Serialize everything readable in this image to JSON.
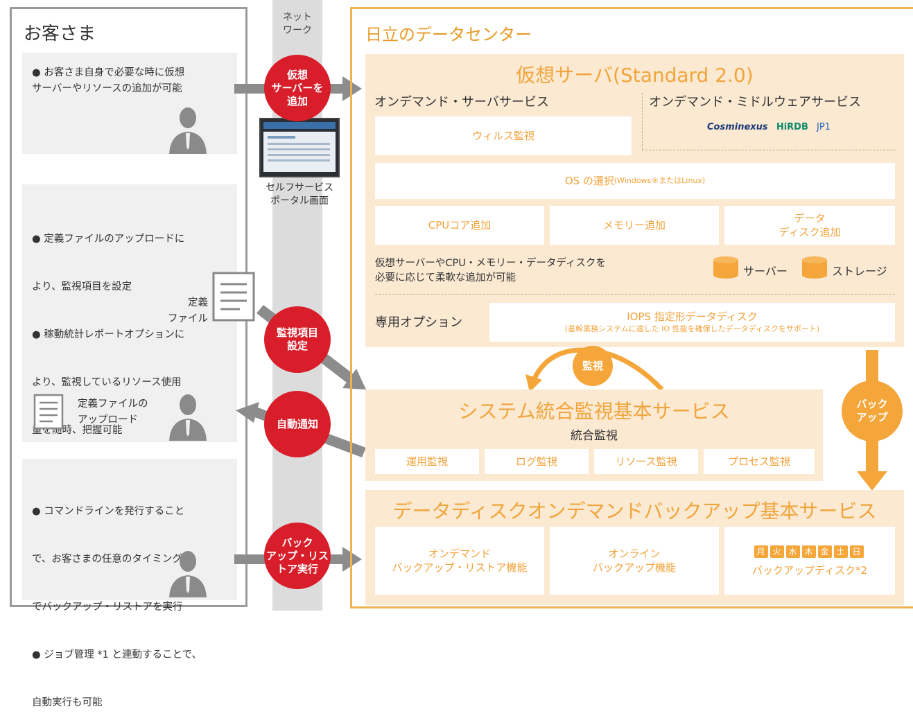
{
  "customer": {
    "title": "お客さま",
    "block1_lines": [
      "● お客さま自身で必要な時に仮想",
      "サーバーやリソースの追加が可能"
    ],
    "block2_lines": [
      "● 定義ファイルのアップロードに",
      "より、監視項目を設定",
      "● 稼動統計レポートオプションに",
      "より、監視しているリソース使用",
      "量を随時、把握可能"
    ],
    "def_file_label_lines": [
      "定義",
      "ファイル"
    ],
    "upload_label_lines": [
      "定義ファイルの",
      "アップロード"
    ],
    "block3_lines": [
      "● コマンドラインを発行すること",
      "で、お客さまの任意のタイミング",
      "でバックアップ・リストアを実行",
      "● ジョブ管理 *1 と連動することで、",
      "自動実行も可能"
    ]
  },
  "network": {
    "label_lines": [
      "ネット",
      "ワーク"
    ],
    "portal_label_lines": [
      "セルフサービス",
      "ポータル画面"
    ],
    "circles": [
      {
        "text": "仮想\nサーバーを\n追加"
      },
      {
        "text": "監視項目\n設定"
      },
      {
        "text": "自動通知"
      },
      {
        "text": "バック\nアップ・リス\nトア実行"
      }
    ]
  },
  "datacenter": {
    "title": "日立のデータセンター",
    "vserver": {
      "title": "仮想サーバ(Standard 2.0)",
      "ondemand_server": "オンデマンド・サーバサービス",
      "ondemand_middleware": "オンデマンド・ミドルウェアサービス",
      "virus": "ウィルス監視",
      "middleware_logos": [
        "Cosminexus",
        "HiRDB",
        "JP1"
      ],
      "os_select": "OS の選択",
      "os_select_small": "(Windows®またはLinux)",
      "cpu": "CPUコア追加",
      "memory": "メモリー追加",
      "data_disk_lines": [
        "データ",
        "ディスク追加"
      ],
      "flex_text_lines": [
        "仮想サーバーやCPU・メモリー・データディスクを",
        "必要に応じて柔軟な追加が可能"
      ],
      "server_label": "サーバー",
      "storage_label": "ストレージ",
      "option_label": "専用オプション",
      "iops_title": "IOPS 指定形データディスク",
      "iops_sub": "(基幹業務システムに適した IO 性能を確保したデータディスクをサポート)"
    },
    "monitor_badge": "監視",
    "backup_badge": "バック\nアップ",
    "monitoring": {
      "title": "システム統合監視基本サービス",
      "subtitle": "統合監視",
      "items": [
        "運用監視",
        "ログ監視",
        "リソース監視",
        "プロセス監視"
      ]
    },
    "backup": {
      "title": "データディスクオンデマンドバックアップ基本サービス",
      "item1_lines": [
        "オンデマンド",
        "バックアップ・リストア機能"
      ],
      "item2_lines": [
        "オンライン",
        "バックアップ機能"
      ],
      "days": [
        "月",
        "火",
        "水",
        "木",
        "金",
        "土",
        "日"
      ],
      "item3": "バックアップディスク*2"
    }
  },
  "colors": {
    "accent_orange": "#f4a63a",
    "frame_orange": "#f0b24e",
    "red": "#d81e2a",
    "peach": "#fbe9d2",
    "gray_frame": "#9a9a9a"
  }
}
